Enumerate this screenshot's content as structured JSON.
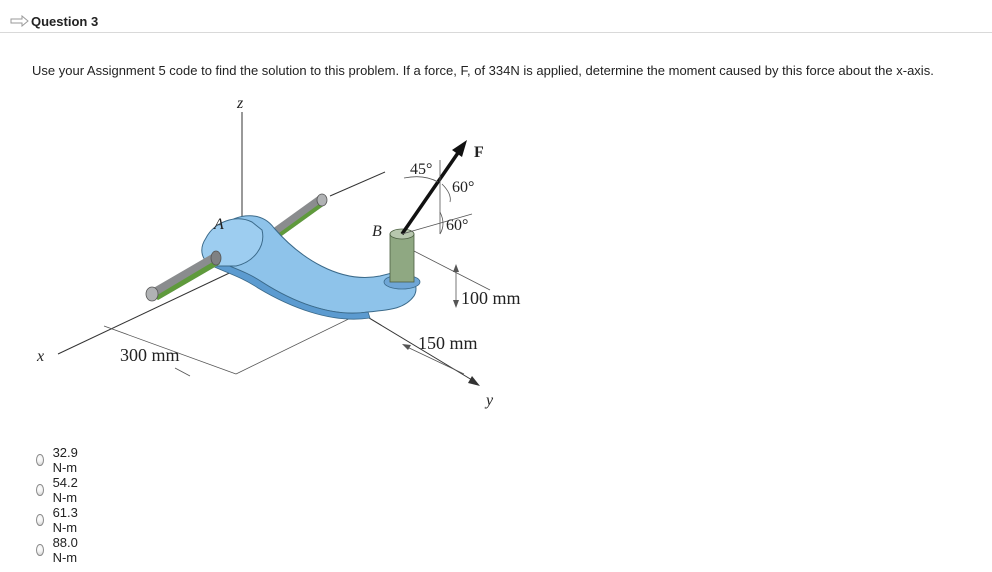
{
  "question": {
    "title": "Question 3",
    "text": "Use your Assignment 5 code to find the solution to this problem. If a force, F, of 334N is applied, determine the moment caused by this force about the x-axis."
  },
  "figure": {
    "labels": {
      "z": "z",
      "x": "x",
      "y": "y",
      "A": "A",
      "B": "B",
      "F": "F",
      "angle_45": "45°",
      "angle_60_top": "60°",
      "angle_60_bottom": "60°",
      "dim_100": "100 mm",
      "dim_150": "150 mm",
      "dim_300": "300 mm"
    },
    "colors": {
      "bracket": "#8ec3ea",
      "rod_gray": "#8a8c8e",
      "rod_green": "#5f9a3c",
      "post": "#8fa882",
      "force": "#111111"
    }
  },
  "answers": [
    {
      "label": "32.9 N-m"
    },
    {
      "label": "54.2 N-m"
    },
    {
      "label": "61.3 N-m"
    },
    {
      "label": "88.0 N-m"
    }
  ]
}
